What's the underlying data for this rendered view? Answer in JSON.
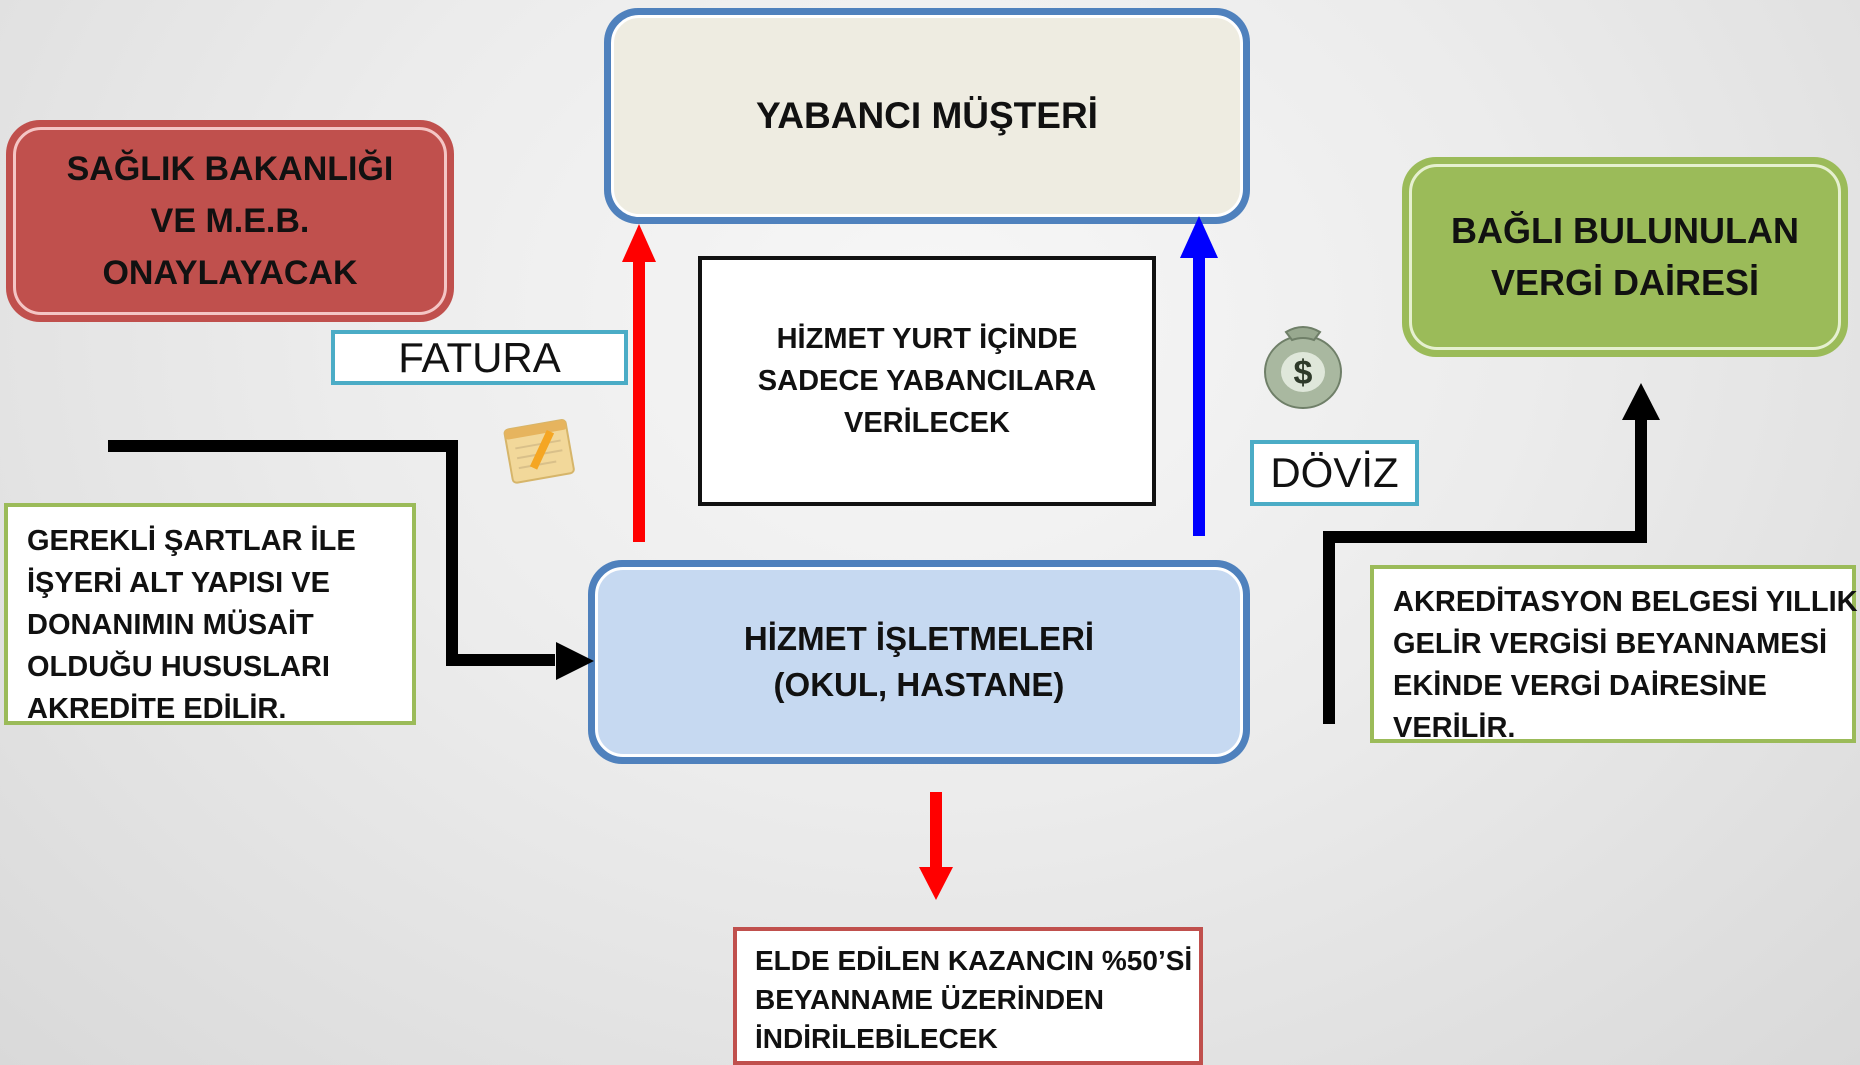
{
  "nodes": {
    "yabanci_musteri": "YABANCI MÜŞTERİ",
    "saglik": [
      "SAĞLIK BAKANLIĞI",
      "VE M.E.B.",
      "ONAYLAYACAK"
    ],
    "vergi_dairesi": [
      "BAĞLI BULUNULAN",
      "VERGİ DAİRESİ"
    ],
    "hizmet_yurt": [
      "HİZMET YURT İÇİNDE",
      "SADECE YABANCILARA",
      "VERİLECEK"
    ],
    "isletme": [
      "HİZMET İŞLETMELERİ",
      "(OKUL, HASTANE)"
    ]
  },
  "labels": {
    "fatura": "FATURA",
    "doviz": "DÖVİZ"
  },
  "notes": {
    "gerekli": [
      "GEREKLİ ŞARTLAR İLE",
      "İŞYERİ ALT YAPISI VE",
      "DONANIMIN MÜSAİT",
      "OLDUĞU HUSUSLARI",
      "AKREDİTE EDİLİR."
    ],
    "akreditasyon": [
      "AKREDİTASYON BELGESİ YILLIK",
      "GELİR VERGİSİ BEYANNAMESİ",
      "EKİNDE VERGİ DAİRESİNE",
      "VERİLİR."
    ],
    "elde": [
      "ELDE EDİLEN KAZANCIN %50’Sİ",
      "BEYANNAME ÜZERİNDEN",
      "İNDİRİLEBİLECEK"
    ]
  },
  "icons": {
    "invoice": "invoice-notepad-icon",
    "money": "money-bag-icon",
    "money_symbol": "$"
  },
  "colors": {
    "red_arrow": "#ff0000",
    "blue_arrow": "#0000ff",
    "black_arrow": "#000000"
  }
}
